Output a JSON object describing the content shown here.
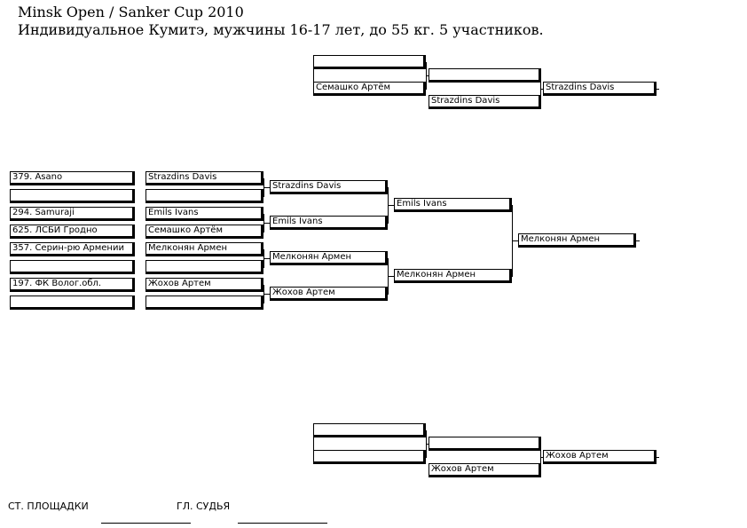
{
  "header": {
    "title": "Minsk Open / Sanker Cup 2010",
    "subtitle": "Индивидуальное Кумитэ, мужчины 16-17 лет, до  55 кг. 5 участников."
  },
  "repechage_top": {
    "r1": [
      "",
      "Семашко Артём"
    ],
    "r2": [
      "",
      "Strazdins Davis"
    ],
    "winner": "Strazdins Davis"
  },
  "main": {
    "entries": [
      "379. Asano",
      "",
      "294. Samuraji",
      "625. ЛСБИ Гродно",
      "357. Серин-рю Армении",
      "",
      "197. ФК Волог.обл.",
      ""
    ],
    "round1": [
      "Strazdins Davis",
      "",
      "Emils Ivans",
      "Семашко Артём",
      "Мелконян Армен",
      "",
      "Жохов Артем",
      ""
    ],
    "round2": [
      "Strazdins Davis",
      "Emils Ivans",
      "Мелконян Армен",
      "Жохов Артем"
    ],
    "semis": [
      "Emils Ivans",
      "Мелконян Армен"
    ],
    "final": "Мелконян Армен"
  },
  "repechage_bottom": {
    "r1": [
      "",
      ""
    ],
    "r2": [
      "",
      "Жохов Артем"
    ],
    "winner": "Жохов Артем"
  },
  "footer": {
    "site_chief": "СТ. ПЛОЩАДКИ",
    "chief_judge": "ГЛ. СУДЬЯ"
  }
}
